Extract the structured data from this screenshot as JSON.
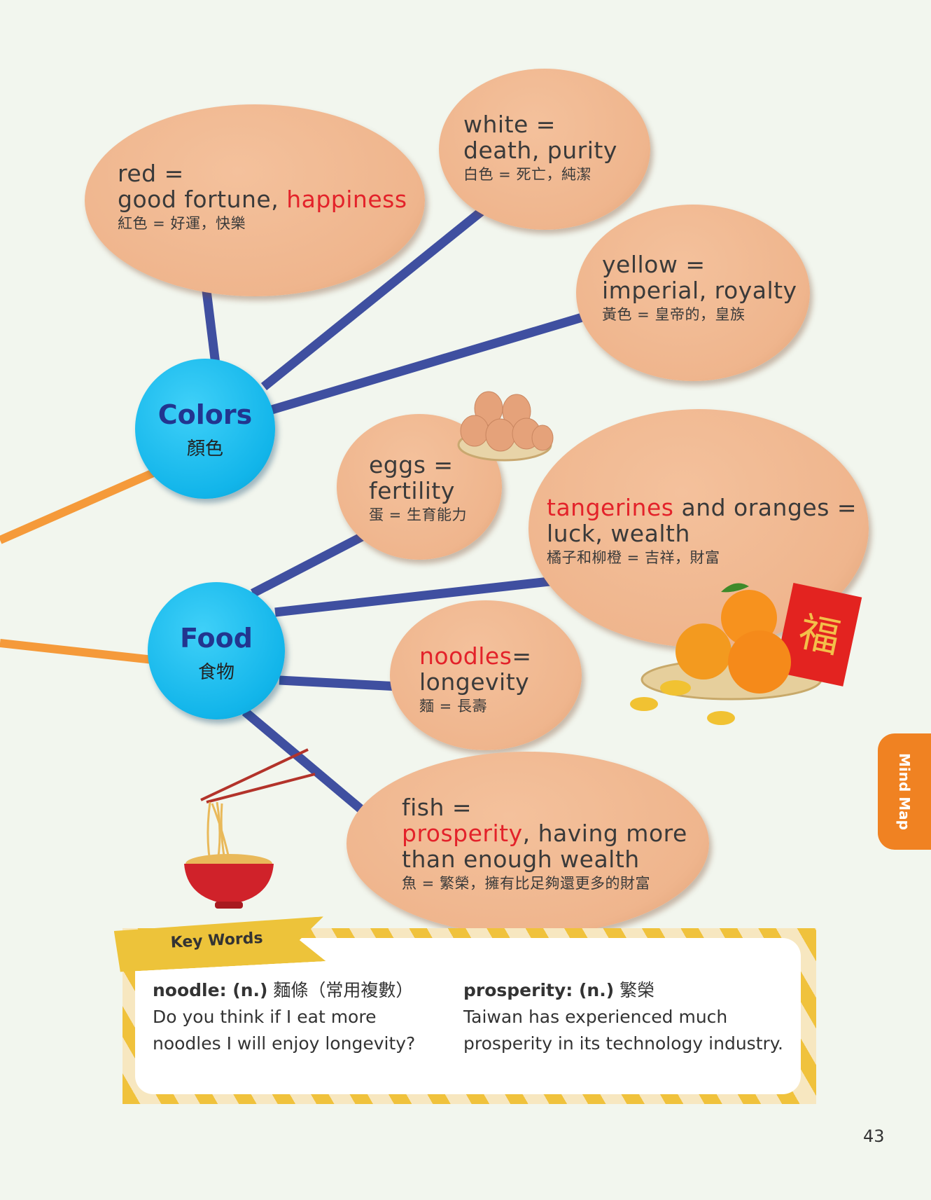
{
  "colors": {
    "label": "Colors",
    "label_zh": "顏色",
    "red": {
      "line1": "red =",
      "line2a": "good fortune, ",
      "line2b": "happiness",
      "zh": "紅色 = 好運，快樂"
    },
    "white": {
      "line1": "white =",
      "line2": "death, purity",
      "zh": "白色 = 死亡，純潔"
    },
    "yellow": {
      "line1": "yellow =",
      "line2": "imperial, royalty",
      "zh": "黃色 = 皇帝的，皇族"
    }
  },
  "food": {
    "label": "Food",
    "label_zh": "食物",
    "eggs": {
      "line1": "eggs =",
      "line2": "fertility",
      "zh": "蛋 = 生育能力"
    },
    "tangerines": {
      "line1a": "tangerines",
      "line1b": " and oranges =",
      "line2": "luck, wealth",
      "zh": "橘子和柳橙 = 吉祥，財富"
    },
    "noodles": {
      "line1a": "noodles",
      "line1b": "=",
      "line2": "longevity",
      "zh": "麵 = 長壽"
    },
    "fish": {
      "line1": "fish =",
      "line2a": "prosperity",
      "line2b": ", having more",
      "line3": "than enough wealth",
      "zh": "魚 = 繁榮，擁有比足夠還更多的財富"
    }
  },
  "key_words": {
    "title": "Key Words",
    "items": [
      {
        "term": "noodle: (n.)",
        "zh": " 麵條（常用複數）",
        "line1": "Do you think if I eat more",
        "line2": "noodles I will enjoy longevity?"
      },
      {
        "term": "prosperity: (n.)",
        "zh": " 繁榮",
        "line1": "Taiwan has experienced much",
        "line2": "prosperity in its technology industry."
      }
    ]
  },
  "side_tab": "Mind Map",
  "page_number": "43",
  "palette": {
    "line": "#3f4fa0",
    "orange_line": "#f59a3a",
    "accent_red": "#e3222a",
    "hub": "#12b5ea"
  }
}
